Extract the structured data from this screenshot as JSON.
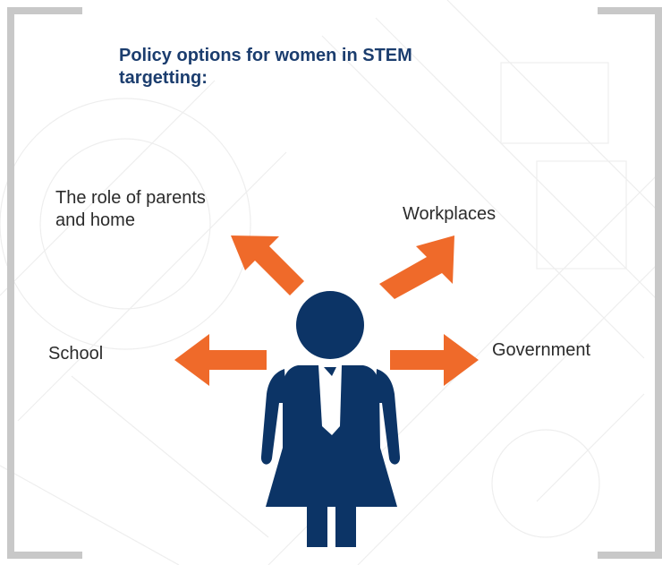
{
  "title": "Policy options for women in STEM targetting:",
  "labels": {
    "parents_line1": "The role of parents",
    "parents_line2": "and home",
    "workplaces": "Workplaces",
    "school": "School",
    "government": "Government"
  },
  "colors": {
    "title": "#1b3d6e",
    "figure": "#0c3466",
    "arrow": "#ef6a2a",
    "frame": "#c8c8c8",
    "background_lines": "#eeeeee"
  },
  "icons": {
    "figure": "woman-figure-icon",
    "arrows": [
      "arrow-up-left-icon",
      "arrow-up-right-icon",
      "arrow-left-icon",
      "arrow-right-icon"
    ]
  }
}
